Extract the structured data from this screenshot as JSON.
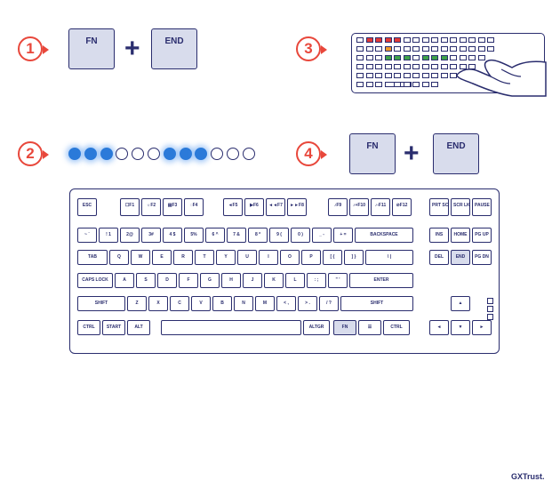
{
  "steps": [
    "1",
    "2",
    "3",
    "4"
  ],
  "combo": {
    "fn": "FN",
    "end": "END",
    "plus": "+"
  },
  "leds": [
    true,
    true,
    true,
    false,
    false,
    false,
    true,
    true,
    true,
    false,
    false,
    false
  ],
  "brand": "GXTrust.",
  "keyboard": {
    "rows": [
      [
        "ESC",
        "☐F1",
        "☼F2",
        "▤F3",
        "◌F4",
        "◄F5",
        "▶F6",
        "◄◄F7",
        "►►F8",
        "♪F9",
        "♪+F10",
        "♪-F11",
        "⊘F12",
        "PRT SCRN",
        "SCR LK",
        "PAUSE BREAK"
      ],
      [
        "~ `",
        "! 1",
        "2@",
        "3#",
        "4 $",
        "5%",
        "6 ^",
        "7 &",
        "8 *",
        "9 (",
        "0 )",
        "_ -",
        "+ =",
        "BACKSPACE",
        "INS",
        "HOME",
        "PG UP"
      ],
      [
        "TAB",
        "Q",
        "W",
        "E",
        "R",
        "T",
        "Y",
        "U",
        "I",
        "O",
        "P",
        "[ {",
        "] }",
        "\\ |",
        "DEL",
        "END",
        "PG DN"
      ],
      [
        "CAPS LOCK",
        "A",
        "S",
        "D",
        "F",
        "G",
        "H",
        "J",
        "K",
        "L",
        ": ;",
        "\" '",
        "ENTER"
      ],
      [
        "SHIFT",
        "Z",
        "X",
        "C",
        "V",
        "B",
        "N",
        "M",
        "< ,",
        "> .",
        "/ ?",
        "SHIFT",
        "▲"
      ],
      [
        "CTRL",
        "START",
        "ALT",
        "",
        "ALTGR",
        "FN",
        "☰",
        "CTRL",
        "◄",
        "▼",
        "►"
      ]
    ]
  },
  "colors": {
    "accent": "#e8473b",
    "ink": "#2a2d6e",
    "keyhl": "#d8dcec",
    "led": "#2b7ad9"
  }
}
